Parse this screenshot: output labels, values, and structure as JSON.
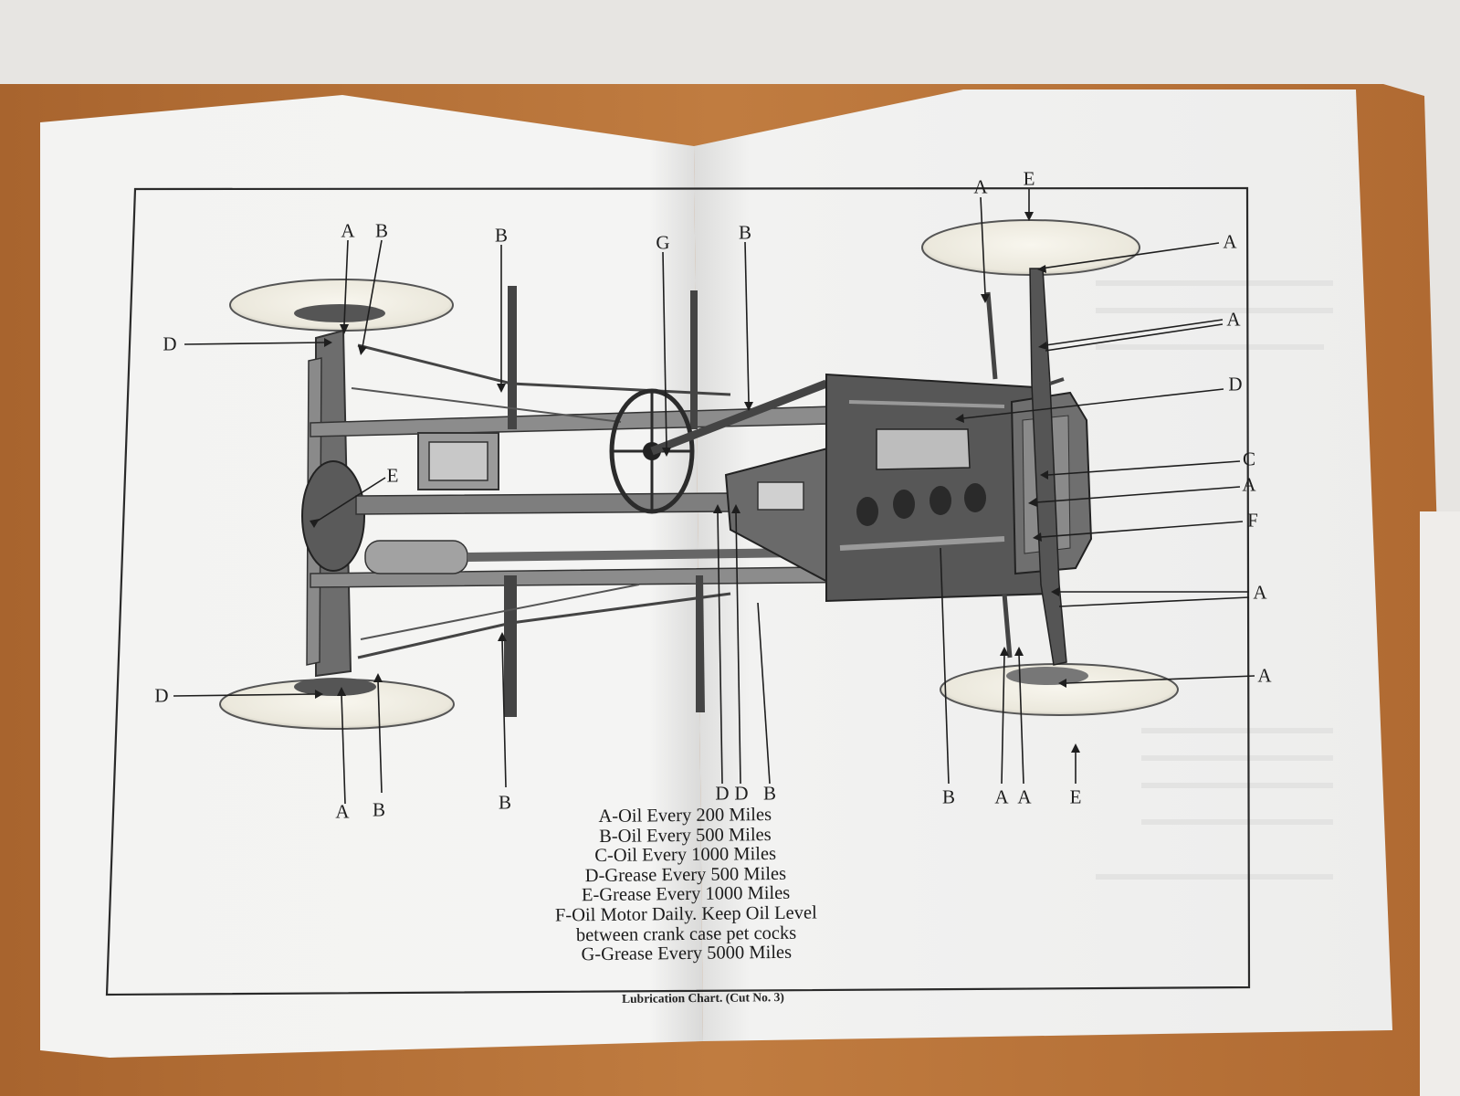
{
  "labels": [
    {
      "text": "A"
    },
    {
      "text": "B"
    },
    {
      "text": "B"
    },
    {
      "text": "G"
    },
    {
      "text": "B"
    },
    {
      "text": "A"
    },
    {
      "text": "E"
    },
    {
      "text": "A"
    },
    {
      "text": "A"
    },
    {
      "text": "D"
    },
    {
      "text": "D"
    },
    {
      "text": "E"
    },
    {
      "text": "D"
    },
    {
      "text": "C"
    },
    {
      "text": "A"
    },
    {
      "text": "F"
    },
    {
      "text": "A"
    },
    {
      "text": "A"
    },
    {
      "text": "A"
    },
    {
      "text": "B"
    },
    {
      "text": "B"
    },
    {
      "text": "D"
    },
    {
      "text": "D"
    },
    {
      "text": "B"
    },
    {
      "text": "B"
    },
    {
      "text": "A"
    },
    {
      "text": "A"
    },
    {
      "text": "E"
    }
  ],
  "legend": [
    "A-Oil Every 200 Miles",
    "B-Oil Every 500 Miles",
    "C-Oil Every 1000 Miles",
    "D-Grease Every 500 Miles",
    "E-Grease Every 1000 Miles",
    "F-Oil Motor Daily.  Keep Oil Level",
    "between crank case pet cocks",
    "G-Grease Every 5000 Miles"
  ],
  "caption": "Lubrication Chart.   (Cut No. 3)",
  "colors": {
    "page": "#f4f4f3",
    "ink": "#1d1d1d",
    "wood": "#b8733a",
    "background": "#e9e7e4"
  }
}
